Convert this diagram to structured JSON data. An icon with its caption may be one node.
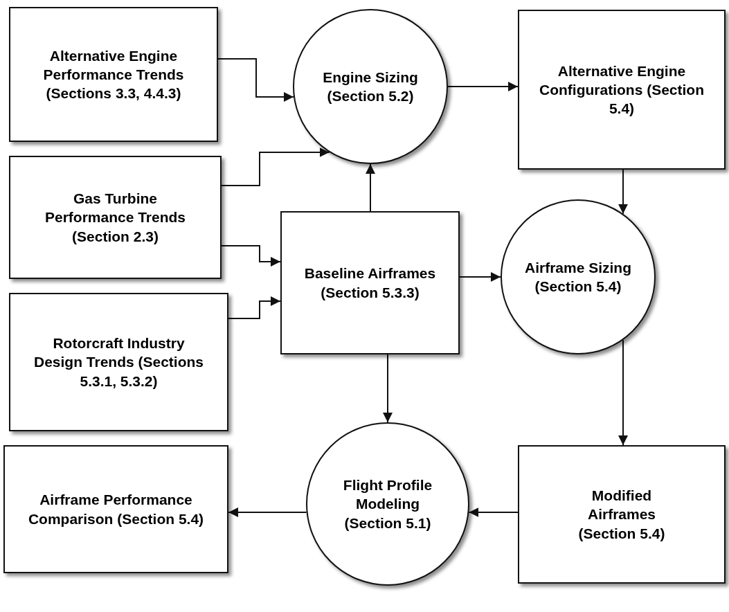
{
  "diagram": {
    "nodes": [
      {
        "text": [
          "Alternative Engine Performance Trends (Sections 3.3, 4.4.3)"
        ]
      },
      {
        "text": [
          "Engine Sizing (Section 5.2)"
        ]
      },
      {
        "text": [
          "Alternative Engine Configurations (Section 5.4)"
        ]
      },
      {
        "text": [
          "Gas Turbine Performance Trends (Section 2.3)"
        ]
      },
      {
        "text": [
          "Baseline Airframes (Section 5.3.3)"
        ]
      },
      {
        "text": [
          "Airframe Sizing (Section 5.4)"
        ]
      },
      {
        "text": [
          "Rotorcraft Industry Design Trends (Sections 5.3.1, 5.3.2)"
        ]
      },
      {
        "text": [
          "Airframe Performance Comparison (Section 5.4)"
        ]
      },
      {
        "text": [
          "Flight Profile Modeling (Section 5.1)"
        ]
      },
      {
        "text": [
          "Modified Airframes (Section 5.4)"
        ]
      }
    ],
    "edges": [
      {
        "from": 0,
        "to": 1,
        "arrow": "to"
      },
      {
        "from": 3,
        "to": 1,
        "arrow": "to"
      },
      {
        "from": 3,
        "to": 4,
        "arrow": "to"
      },
      {
        "from": 6,
        "to": 4,
        "arrow": "to"
      },
      {
        "from": 4,
        "to": 1,
        "arrow": "to"
      },
      {
        "from": 1,
        "to": 2,
        "arrow": "to"
      },
      {
        "from": 2,
        "to": 5,
        "arrow": "to"
      },
      {
        "from": 4,
        "to": 5,
        "arrow": "to"
      },
      {
        "from": 4,
        "to": 8,
        "arrow": "to"
      },
      {
        "from": 5,
        "to": 9,
        "arrow": "to"
      },
      {
        "from": 9,
        "to": 8,
        "arrow": "to"
      },
      {
        "from": 8,
        "to": 7,
        "arrow": "to"
      }
    ]
  }
}
